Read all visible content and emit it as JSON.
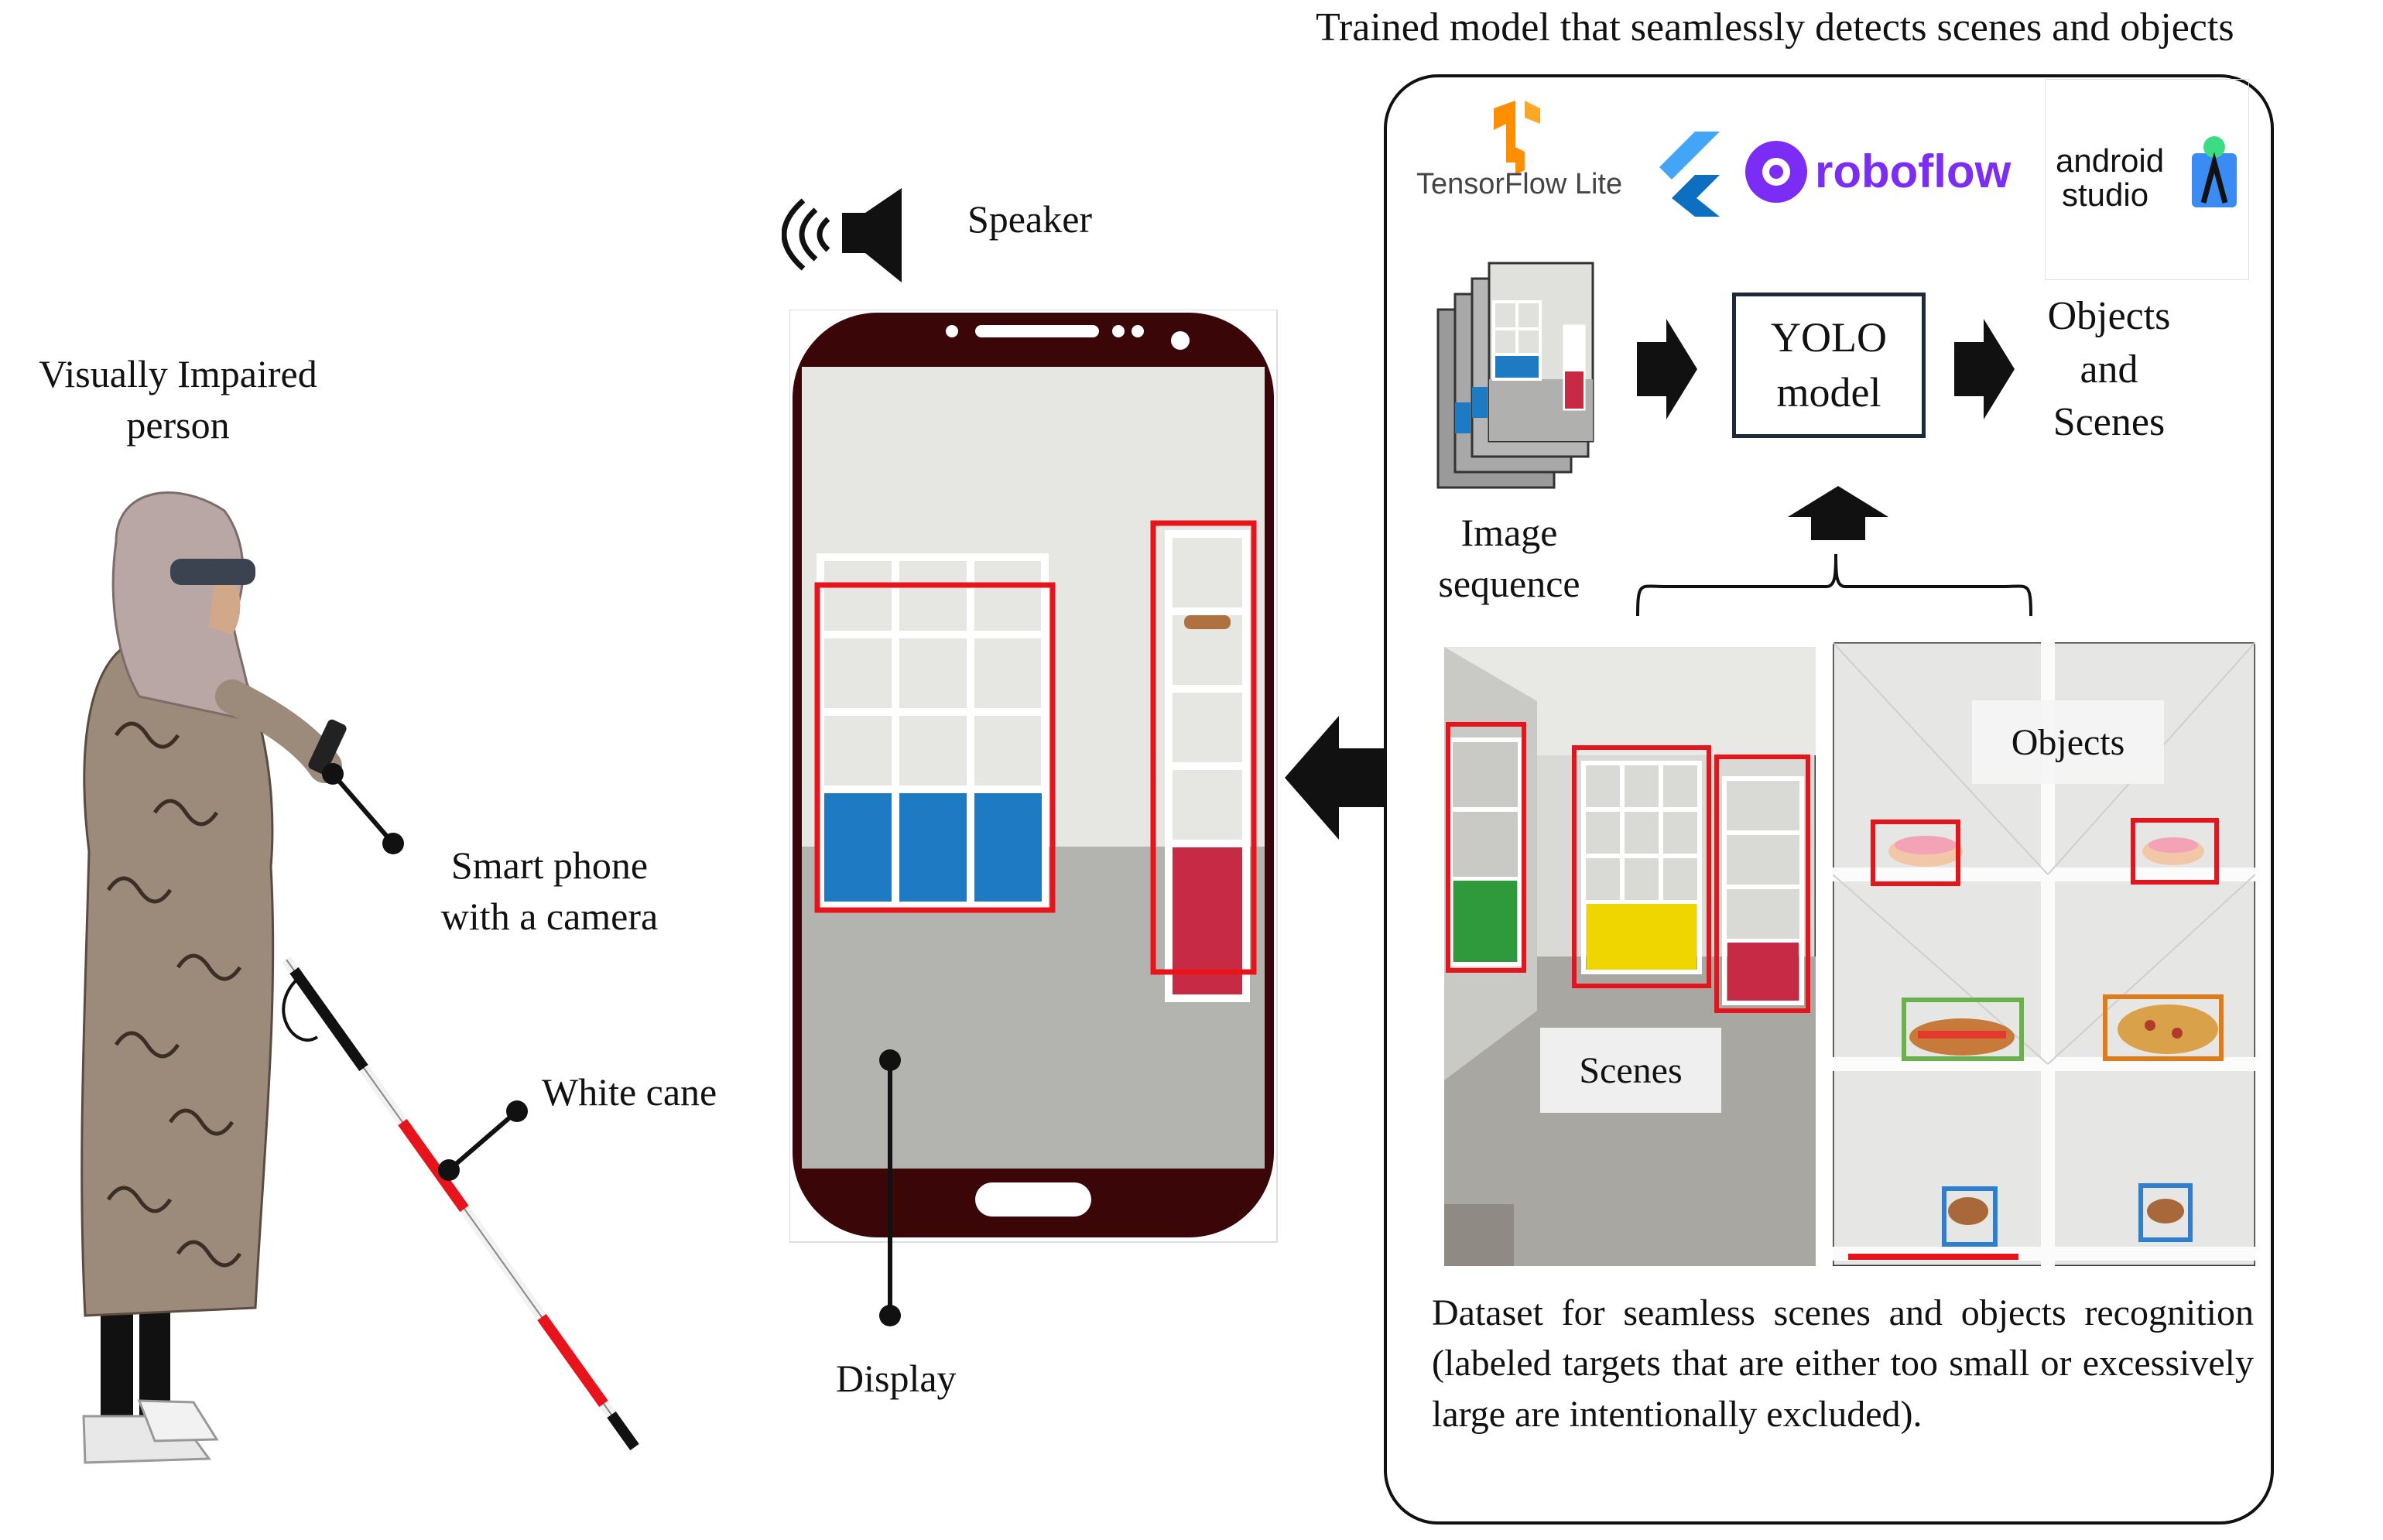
{
  "title": "Trained model that seamlessly detects scenes and objects",
  "labels": {
    "person": [
      "Visually Impaired",
      "person"
    ],
    "phone": [
      "Smart phone",
      "with a camera"
    ],
    "cane": "White cane",
    "speaker": "Speaker",
    "display": "Display",
    "image_sequence": [
      "Image",
      "sequence"
    ],
    "yolo": [
      "YOLO",
      "model"
    ],
    "output": [
      "Objects",
      "and",
      "Scenes"
    ],
    "scenes_tag": "Scenes",
    "objects_tag": "Objects",
    "dataset_caption": "Dataset for seamless scenes and objects recognition (labeled targets that are either too small or excessively large are intentionally excluded)."
  },
  "logos": {
    "tensorflow": "TensorFlow Lite",
    "roboflow": "roboflow",
    "android_studio": [
      "android",
      "studio"
    ],
    "flutter_icon": "flutter-icon"
  },
  "colors": {
    "phone_body": "#3a0608",
    "detection_box": "#e8141c",
    "green_box": "#6ab04c",
    "orange_box": "#e07b1a",
    "blue_box": "#2f7fd0",
    "roboflow_purple": "#7b2cf5",
    "tensorflow_orange": "#ff8f00",
    "yolo_border": "#1d2a3a"
  },
  "icons": [
    "speaker-icon",
    "arrow-left-icon",
    "arrow-right-icon",
    "arrow-up-icon",
    "brace-icon"
  ]
}
